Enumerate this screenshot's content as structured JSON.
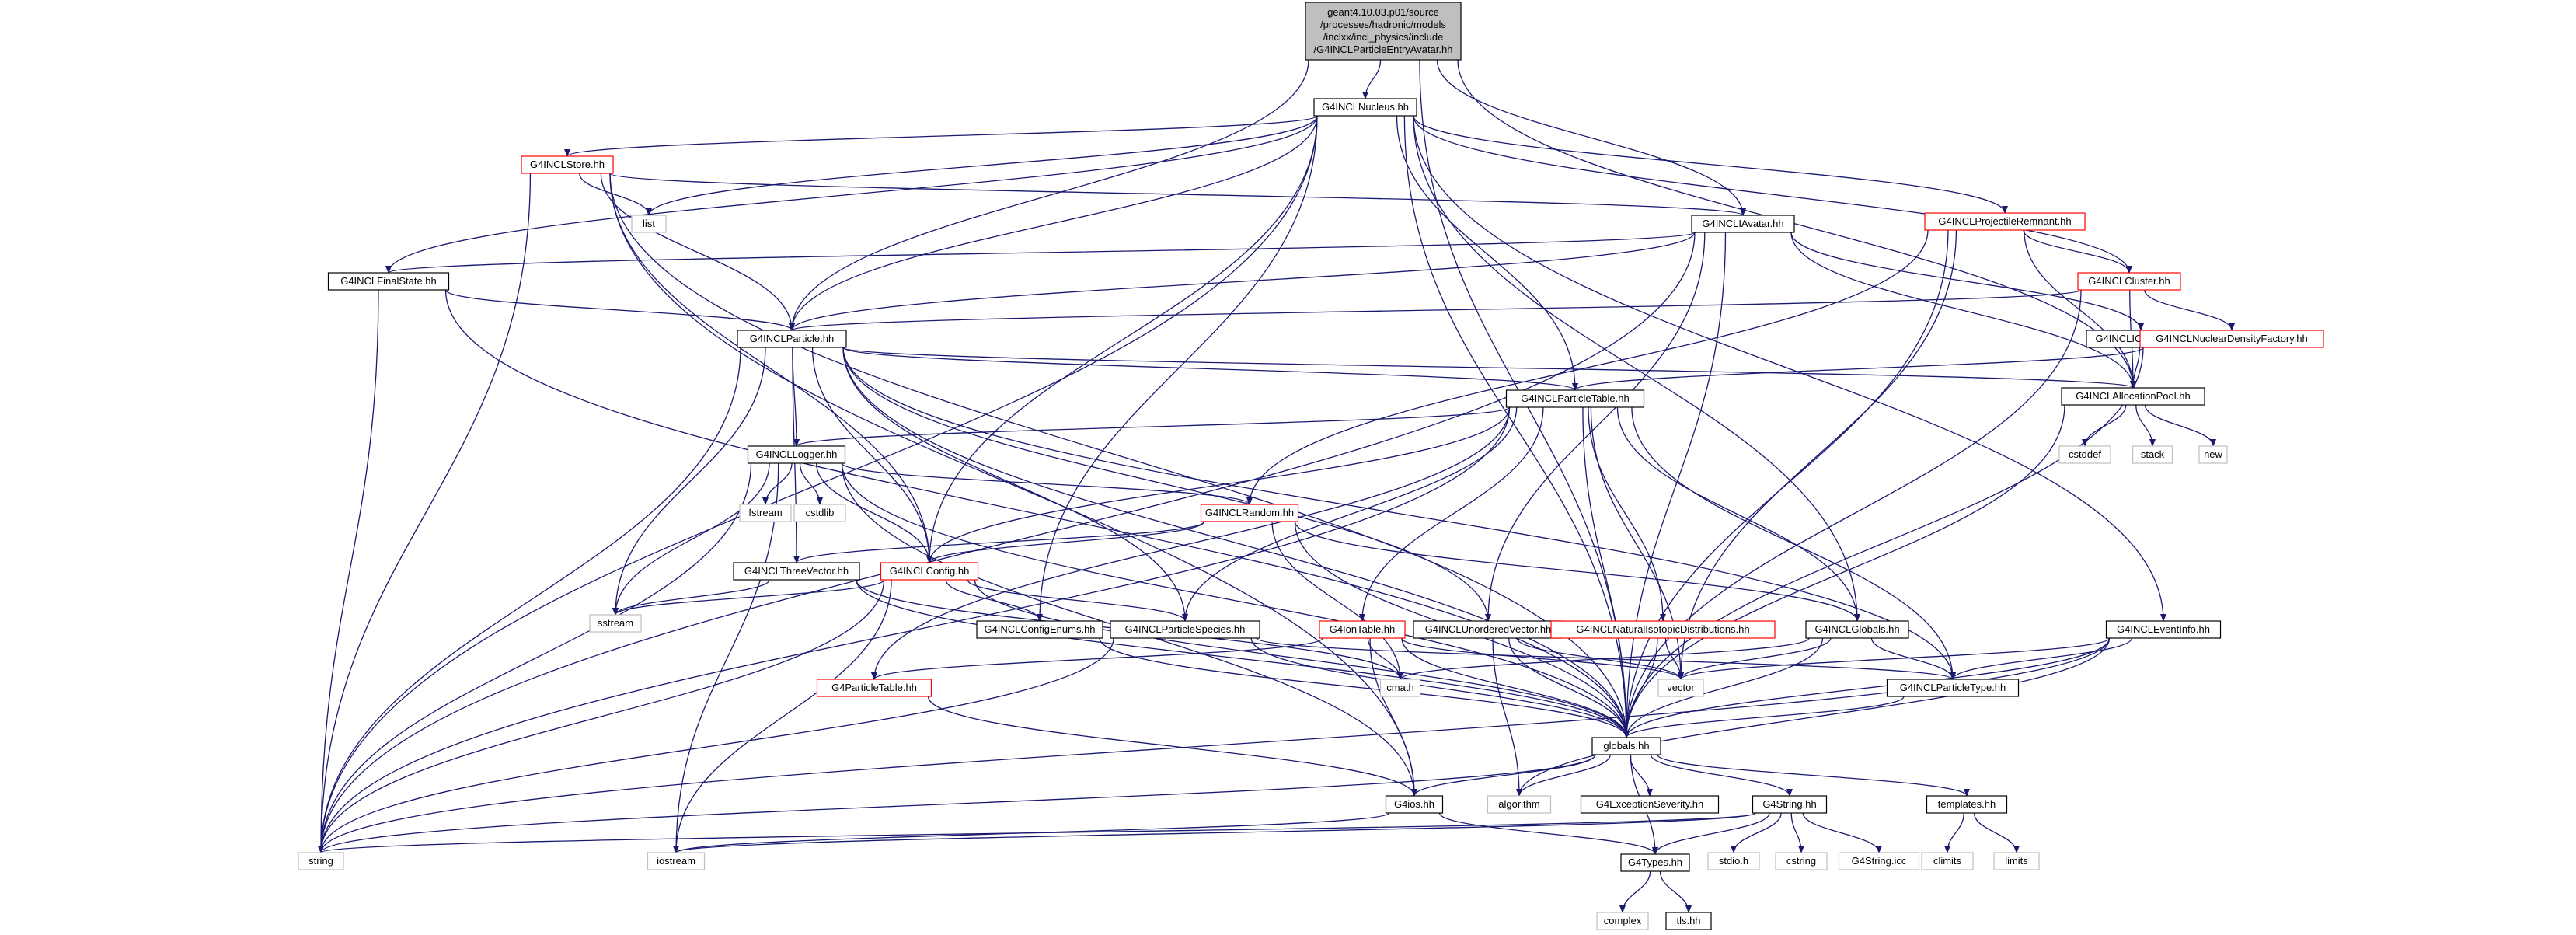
{
  "colors": {
    "edge": "#191970",
    "root_fill": "#bfbfbf",
    "node_fill": "#ffffff",
    "border_normal": "#000000",
    "border_truncated": "#ff0000",
    "border_external": "#bfbfbf"
  },
  "nodes": [
    {
      "id": "root",
      "kind": "root",
      "lines": [
        "geant4.10.03.p01/source",
        "/processes/hadronic/models",
        "/inclxx/incl_physics/include",
        "/G4INCLParticleEntryAvatar.hh"
      ]
    },
    {
      "id": "nucleus",
      "kind": "normal",
      "lines": [
        "G4INCLNucleus.hh"
      ]
    },
    {
      "id": "store",
      "kind": "truncated",
      "lines": [
        "G4INCLStore.hh"
      ]
    },
    {
      "id": "list",
      "kind": "external",
      "lines": [
        "list"
      ]
    },
    {
      "id": "iavatar",
      "kind": "normal",
      "lines": [
        "G4INCLIAvatar.hh"
      ]
    },
    {
      "id": "projrem",
      "kind": "truncated",
      "lines": [
        "G4INCLProjectileRemnant.hh"
      ]
    },
    {
      "id": "cluster",
      "kind": "truncated",
      "lines": [
        "G4INCLCluster.hh"
      ]
    },
    {
      "id": "finalstate",
      "kind": "normal",
      "lines": [
        "G4INCLFinalState.hh"
      ]
    },
    {
      "id": "particle",
      "kind": "normal",
      "lines": [
        "G4INCLParticle.hh"
      ]
    },
    {
      "id": "ichannel",
      "kind": "normal",
      "lines": [
        "G4INCLIChannel.hh"
      ]
    },
    {
      "id": "nucdens",
      "kind": "truncated",
      "lines": [
        "G4INCLNuclearDensityFactory.hh"
      ]
    },
    {
      "id": "ptable",
      "kind": "normal",
      "lines": [
        "G4INCLParticleTable.hh"
      ]
    },
    {
      "id": "allocpool",
      "kind": "normal",
      "lines": [
        "G4INCLAllocationPool.hh"
      ]
    },
    {
      "id": "cstddef",
      "kind": "external",
      "lines": [
        "cstddef"
      ]
    },
    {
      "id": "stack",
      "kind": "external",
      "lines": [
        "stack"
      ]
    },
    {
      "id": "new",
      "kind": "external",
      "lines": [
        "new"
      ]
    },
    {
      "id": "logger",
      "kind": "normal",
      "lines": [
        "G4INCLLogger.hh"
      ]
    },
    {
      "id": "fstream",
      "kind": "external",
      "lines": [
        "fstream"
      ]
    },
    {
      "id": "cstdlib",
      "kind": "external",
      "lines": [
        "cstdlib"
      ]
    },
    {
      "id": "random",
      "kind": "truncated",
      "lines": [
        "G4INCLRandom.hh"
      ]
    },
    {
      "id": "threevec",
      "kind": "normal",
      "lines": [
        "G4INCLThreeVector.hh"
      ]
    },
    {
      "id": "config",
      "kind": "truncated",
      "lines": [
        "G4INCLConfig.hh"
      ]
    },
    {
      "id": "sstream",
      "kind": "external",
      "lines": [
        "sstream"
      ]
    },
    {
      "id": "configenums",
      "kind": "normal",
      "lines": [
        "G4INCLConfigEnums.hh"
      ]
    },
    {
      "id": "pspecies",
      "kind": "normal",
      "lines": [
        "G4INCLParticleSpecies.hh"
      ]
    },
    {
      "id": "iontable",
      "kind": "truncated",
      "lines": [
        "G4IonTable.hh"
      ]
    },
    {
      "id": "unordvec",
      "kind": "normal",
      "lines": [
        "G4INCLUnorderedVector.hh"
      ]
    },
    {
      "id": "natiso",
      "kind": "truncated",
      "lines": [
        "G4INCLNaturalIsotopicDistributions.hh"
      ]
    },
    {
      "id": "inclglobals",
      "kind": "normal",
      "lines": [
        "G4INCLGlobals.hh"
      ]
    },
    {
      "id": "eventinfo",
      "kind": "normal",
      "lines": [
        "G4INCLEventInfo.hh"
      ]
    },
    {
      "id": "g4ptable",
      "kind": "truncated",
      "lines": [
        "G4ParticleTable.hh"
      ]
    },
    {
      "id": "cmath",
      "kind": "external",
      "lines": [
        "cmath"
      ]
    },
    {
      "id": "vector",
      "kind": "external",
      "lines": [
        "vector"
      ]
    },
    {
      "id": "ptype",
      "kind": "normal",
      "lines": [
        "G4INCLParticleType.hh"
      ]
    },
    {
      "id": "globals",
      "kind": "normal",
      "lines": [
        "globals.hh"
      ]
    },
    {
      "id": "g4ios",
      "kind": "normal",
      "lines": [
        "G4ios.hh"
      ]
    },
    {
      "id": "algorithm",
      "kind": "external",
      "lines": [
        "algorithm"
      ]
    },
    {
      "id": "excsev",
      "kind": "normal",
      "lines": [
        "G4ExceptionSeverity.hh"
      ]
    },
    {
      "id": "g4string",
      "kind": "normal",
      "lines": [
        "G4String.hh"
      ]
    },
    {
      "id": "templates",
      "kind": "normal",
      "lines": [
        "templates.hh"
      ]
    },
    {
      "id": "string",
      "kind": "external",
      "lines": [
        "string"
      ]
    },
    {
      "id": "iostream",
      "kind": "external",
      "lines": [
        "iostream"
      ]
    },
    {
      "id": "g4types",
      "kind": "normal",
      "lines": [
        "G4Types.hh"
      ]
    },
    {
      "id": "stdio",
      "kind": "external",
      "lines": [
        "stdio.h"
      ]
    },
    {
      "id": "cstring",
      "kind": "external",
      "lines": [
        "cstring"
      ]
    },
    {
      "id": "g4stringicc",
      "kind": "external",
      "lines": [
        "G4String.icc"
      ]
    },
    {
      "id": "climits",
      "kind": "external",
      "lines": [
        "climits"
      ]
    },
    {
      "id": "limits",
      "kind": "external",
      "lines": [
        "limits"
      ]
    },
    {
      "id": "complex",
      "kind": "external",
      "lines": [
        "complex"
      ]
    },
    {
      "id": "tls",
      "kind": "normal",
      "lines": [
        "tls.hh"
      ]
    }
  ],
  "edges": [
    [
      "root",
      "nucleus"
    ],
    [
      "root",
      "iavatar"
    ],
    [
      "root",
      "particle"
    ],
    [
      "root",
      "allocpool"
    ],
    [
      "root",
      "globals"
    ],
    [
      "nucleus",
      "store"
    ],
    [
      "nucleus",
      "list"
    ],
    [
      "nucleus",
      "finalstate"
    ],
    [
      "nucleus",
      "particle"
    ],
    [
      "nucleus",
      "ptable"
    ],
    [
      "nucleus",
      "projrem"
    ],
    [
      "nucleus",
      "cluster"
    ],
    [
      "nucleus",
      "inclglobals"
    ],
    [
      "nucleus",
      "eventinfo"
    ],
    [
      "nucleus",
      "configenums"
    ],
    [
      "nucleus",
      "config"
    ],
    [
      "nucleus",
      "string"
    ],
    [
      "nucleus",
      "globals"
    ],
    [
      "store",
      "list"
    ],
    [
      "store",
      "iavatar"
    ],
    [
      "store",
      "particle"
    ],
    [
      "store",
      "config"
    ],
    [
      "store",
      "string"
    ],
    [
      "store",
      "globals"
    ],
    [
      "store",
      "g4ios"
    ],
    [
      "iavatar",
      "finalstate"
    ],
    [
      "iavatar",
      "particle"
    ],
    [
      "iavatar",
      "ichannel"
    ],
    [
      "iavatar",
      "allocpool"
    ],
    [
      "iavatar",
      "unordvec"
    ],
    [
      "iavatar",
      "string"
    ],
    [
      "iavatar",
      "globals"
    ],
    [
      "projrem",
      "cluster"
    ],
    [
      "projrem",
      "allocpool"
    ],
    [
      "projrem",
      "random"
    ],
    [
      "projrem",
      "vector"
    ],
    [
      "projrem",
      "globals"
    ],
    [
      "cluster",
      "nucdens"
    ],
    [
      "cluster",
      "particle"
    ],
    [
      "cluster",
      "allocpool"
    ],
    [
      "cluster",
      "globals"
    ],
    [
      "finalstate",
      "particle"
    ],
    [
      "finalstate",
      "string"
    ],
    [
      "finalstate",
      "globals"
    ],
    [
      "particle",
      "ptable"
    ],
    [
      "particle",
      "logger"
    ],
    [
      "particle",
      "threevec"
    ],
    [
      "particle",
      "allocpool"
    ],
    [
      "particle",
      "unordvec"
    ],
    [
      "particle",
      "pspecies"
    ],
    [
      "particle",
      "ptype"
    ],
    [
      "particle",
      "sstream"
    ],
    [
      "particle",
      "string"
    ],
    [
      "particle",
      "globals"
    ],
    [
      "particle",
      "config"
    ],
    [
      "ichannel",
      "allocpool"
    ],
    [
      "nucdens",
      "ptable"
    ],
    [
      "nucdens",
      "globals"
    ],
    [
      "allocpool",
      "cstddef"
    ],
    [
      "allocpool",
      "stack"
    ],
    [
      "allocpool",
      "new"
    ],
    [
      "allocpool",
      "globals"
    ],
    [
      "ptable",
      "logger"
    ],
    [
      "ptable",
      "config"
    ],
    [
      "ptable",
      "pspecies"
    ],
    [
      "ptable",
      "iontable"
    ],
    [
      "ptable",
      "natiso"
    ],
    [
      "ptable",
      "inclglobals"
    ],
    [
      "ptable",
      "ptype"
    ],
    [
      "ptable",
      "vector"
    ],
    [
      "ptable",
      "g4ptable"
    ],
    [
      "ptable",
      "string"
    ],
    [
      "ptable",
      "globals"
    ],
    [
      "logger",
      "fstream"
    ],
    [
      "logger",
      "cstdlib"
    ],
    [
      "logger",
      "random"
    ],
    [
      "logger",
      "config"
    ],
    [
      "logger",
      "sstream"
    ],
    [
      "logger",
      "string"
    ],
    [
      "logger",
      "iostream"
    ],
    [
      "logger",
      "g4ios"
    ],
    [
      "logger",
      "globals"
    ],
    [
      "random",
      "threevec"
    ],
    [
      "random",
      "config"
    ],
    [
      "random",
      "cmath"
    ],
    [
      "random",
      "inclglobals"
    ],
    [
      "random",
      "globals"
    ],
    [
      "threevec",
      "sstream"
    ],
    [
      "threevec",
      "cmath"
    ],
    [
      "threevec",
      "globals"
    ],
    [
      "config",
      "sstream"
    ],
    [
      "config",
      "configenums"
    ],
    [
      "config",
      "pspecies"
    ],
    [
      "config",
      "string"
    ],
    [
      "config",
      "iostream"
    ],
    [
      "config",
      "globals"
    ],
    [
      "configenums",
      "globals"
    ],
    [
      "pspecies",
      "string"
    ],
    [
      "pspecies",
      "ptype"
    ],
    [
      "pspecies",
      "globals"
    ],
    [
      "iontable",
      "g4ptable"
    ],
    [
      "iontable",
      "cmath"
    ],
    [
      "iontable",
      "vector"
    ],
    [
      "iontable",
      "g4ios"
    ],
    [
      "iontable",
      "globals"
    ],
    [
      "unordvec",
      "vector"
    ],
    [
      "unordvec",
      "algorithm"
    ],
    [
      "unordvec",
      "globals"
    ],
    [
      "natiso",
      "vector"
    ],
    [
      "natiso",
      "globals"
    ],
    [
      "inclglobals",
      "cmath"
    ],
    [
      "inclglobals",
      "vector"
    ],
    [
      "inclglobals",
      "ptype"
    ],
    [
      "inclglobals",
      "globals"
    ],
    [
      "eventinfo",
      "ptype"
    ],
    [
      "eventinfo",
      "vector"
    ],
    [
      "eventinfo",
      "algorithm"
    ],
    [
      "eventinfo",
      "string"
    ],
    [
      "eventinfo",
      "globals"
    ],
    [
      "g4ptable",
      "g4ios"
    ],
    [
      "ptype",
      "globals"
    ],
    [
      "globals",
      "g4ios"
    ],
    [
      "globals",
      "algorithm"
    ],
    [
      "globals",
      "excsev"
    ],
    [
      "globals",
      "g4string"
    ],
    [
      "globals",
      "templates"
    ],
    [
      "globals",
      "g4types"
    ],
    [
      "globals",
      "string"
    ],
    [
      "g4ios",
      "iostream"
    ],
    [
      "g4ios",
      "g4types"
    ],
    [
      "g4string",
      "stdio"
    ],
    [
      "g4string",
      "string"
    ],
    [
      "g4string",
      "cstring"
    ],
    [
      "g4string",
      "g4types"
    ],
    [
      "g4string",
      "iostream"
    ],
    [
      "g4string",
      "g4stringicc"
    ],
    [
      "templates",
      "climits"
    ],
    [
      "templates",
      "limits"
    ],
    [
      "g4types",
      "complex"
    ],
    [
      "g4types",
      "tls"
    ]
  ]
}
